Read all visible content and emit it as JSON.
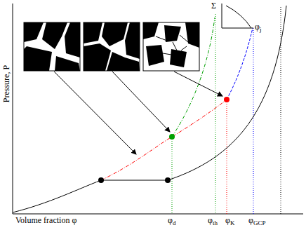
{
  "diagram": {
    "labels": [
      "Σ",
      "φj",
      "Pressure, P",
      "Volume fraction φ",
      "φd",
      "φth",
      "φK",
      "φGCP"
    ]
  }
}
